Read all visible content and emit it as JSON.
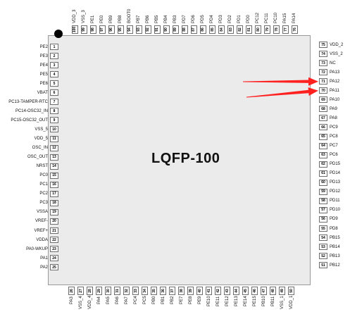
{
  "title": "LQFP-100",
  "accent_color": "#ff2020",
  "pins_left": [
    {
      "num": "1",
      "name": "PE2"
    },
    {
      "num": "2",
      "name": "PE3"
    },
    {
      "num": "3",
      "name": "PE4"
    },
    {
      "num": "4",
      "name": "PE5"
    },
    {
      "num": "5",
      "name": "PE6"
    },
    {
      "num": "6",
      "name": "VBAT"
    },
    {
      "num": "7",
      "name": "PC13-TAMPER-RTC"
    },
    {
      "num": "8",
      "name": "PC14-OSC32_IN"
    },
    {
      "num": "9",
      "name": "PC15-OSC32_OUT"
    },
    {
      "num": "10",
      "name": "VSS_5"
    },
    {
      "num": "11",
      "name": "VDD_5"
    },
    {
      "num": "12",
      "name": "OSC_IN"
    },
    {
      "num": "13",
      "name": "OSC_OUT"
    },
    {
      "num": "14",
      "name": "NRST"
    },
    {
      "num": "15",
      "name": "PC0"
    },
    {
      "num": "16",
      "name": "PC1"
    },
    {
      "num": "17",
      "name": "PC2"
    },
    {
      "num": "18",
      "name": "PC3"
    },
    {
      "num": "19",
      "name": "VSSA"
    },
    {
      "num": "20",
      "name": "VREF-"
    },
    {
      "num": "21",
      "name": "VREF+"
    },
    {
      "num": "22",
      "name": "VDDA"
    },
    {
      "num": "23",
      "name": "PA0-WKUP"
    },
    {
      "num": "24",
      "name": "PA1"
    },
    {
      "num": "25",
      "name": "PA2"
    }
  ],
  "pins_bottom": [
    {
      "num": "26",
      "name": "PA3"
    },
    {
      "num": "27",
      "name": "VSS_4"
    },
    {
      "num": "28",
      "name": "VDD_4"
    },
    {
      "num": "29",
      "name": "PA4"
    },
    {
      "num": "30",
      "name": "PA5"
    },
    {
      "num": "31",
      "name": "PA6"
    },
    {
      "num": "32",
      "name": "PA7"
    },
    {
      "num": "33",
      "name": "PC4"
    },
    {
      "num": "34",
      "name": "PC5"
    },
    {
      "num": "35",
      "name": "PB0"
    },
    {
      "num": "36",
      "name": "PB1"
    },
    {
      "num": "37",
      "name": "PB2"
    },
    {
      "num": "38",
      "name": "PE7"
    },
    {
      "num": "39",
      "name": "PE8"
    },
    {
      "num": "40",
      "name": "PE9"
    },
    {
      "num": "41",
      "name": "PE10"
    },
    {
      "num": "42",
      "name": "PE11"
    },
    {
      "num": "43",
      "name": "PE12"
    },
    {
      "num": "44",
      "name": "PE13"
    },
    {
      "num": "45",
      "name": "PE14"
    },
    {
      "num": "46",
      "name": "PE15"
    },
    {
      "num": "47",
      "name": "PB10"
    },
    {
      "num": "48",
      "name": "PB11"
    },
    {
      "num": "49",
      "name": "VSS_1"
    },
    {
      "num": "50",
      "name": "VDD_1"
    }
  ],
  "pins_right": [
    {
      "num": "75",
      "name": "VDD_2"
    },
    {
      "num": "74",
      "name": "VSS_2"
    },
    {
      "num": "73",
      "name": "NC"
    },
    {
      "num": "72",
      "name": "PA13"
    },
    {
      "num": "71",
      "name": "PA12"
    },
    {
      "num": "70",
      "name": "PA11"
    },
    {
      "num": "69",
      "name": "PA10"
    },
    {
      "num": "68",
      "name": "PA9"
    },
    {
      "num": "67",
      "name": "PA8"
    },
    {
      "num": "66",
      "name": "PC9"
    },
    {
      "num": "65",
      "name": "PC8"
    },
    {
      "num": "64",
      "name": "PC7"
    },
    {
      "num": "63",
      "name": "PC6"
    },
    {
      "num": "62",
      "name": "PD15"
    },
    {
      "num": "61",
      "name": "PD14"
    },
    {
      "num": "60",
      "name": "PD13"
    },
    {
      "num": "59",
      "name": "PD12"
    },
    {
      "num": "58",
      "name": "PD11"
    },
    {
      "num": "57",
      "name": "PD10"
    },
    {
      "num": "56",
      "name": "PD9"
    },
    {
      "num": "55",
      "name": "PD8"
    },
    {
      "num": "54",
      "name": "PB15"
    },
    {
      "num": "53",
      "name": "PB14"
    },
    {
      "num": "52",
      "name": "PB13"
    },
    {
      "num": "51",
      "name": "PB12"
    }
  ],
  "pins_top": [
    {
      "num": "100",
      "name": "VDD_3"
    },
    {
      "num": "99",
      "name": "VSS_3"
    },
    {
      "num": "98",
      "name": "PE1"
    },
    {
      "num": "97",
      "name": "PE0"
    },
    {
      "num": "96",
      "name": "PB9"
    },
    {
      "num": "95",
      "name": "PB8"
    },
    {
      "num": "94",
      "name": "BOOT0"
    },
    {
      "num": "93",
      "name": "PB7"
    },
    {
      "num": "92",
      "name": "PB6"
    },
    {
      "num": "91",
      "name": "PB5"
    },
    {
      "num": "90",
      "name": "PB4"
    },
    {
      "num": "89",
      "name": "PB3"
    },
    {
      "num": "88",
      "name": "PD7"
    },
    {
      "num": "87",
      "name": "PD6"
    },
    {
      "num": "86",
      "name": "PD5"
    },
    {
      "num": "85",
      "name": "PD4"
    },
    {
      "num": "84",
      "name": "PD3"
    },
    {
      "num": "83",
      "name": "PD2"
    },
    {
      "num": "82",
      "name": "PD1"
    },
    {
      "num": "81",
      "name": "PD0"
    },
    {
      "num": "80",
      "name": "PC12"
    },
    {
      "num": "79",
      "name": "PC11"
    },
    {
      "num": "78",
      "name": "PC10"
    },
    {
      "num": "77",
      "name": "PA15"
    },
    {
      "num": "76",
      "name": "PA14"
    }
  ],
  "arrows": [
    {
      "target_pin": "71",
      "target_name": "PA12"
    },
    {
      "target_pin": "70",
      "target_name": "PA11"
    }
  ]
}
